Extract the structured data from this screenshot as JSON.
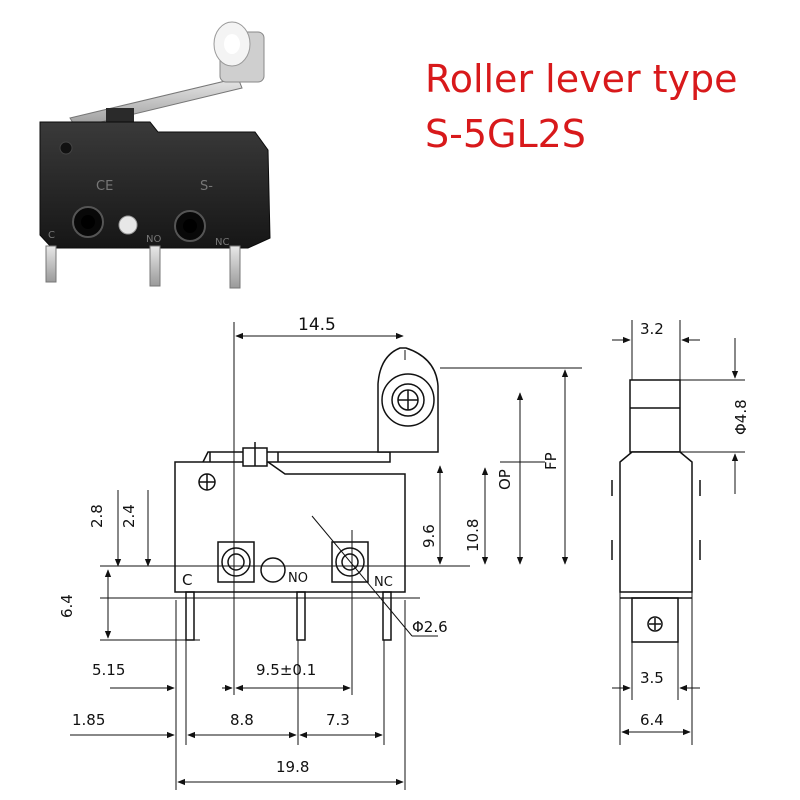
{
  "product": {
    "title": "Roller lever type",
    "model": "S-5GL2S",
    "accent_color": "#d8191b"
  },
  "photo": {
    "marks": {
      "ce": "CE",
      "series": "S-",
      "common": "C",
      "normally_open": "NO",
      "normally_closed": "NC"
    }
  },
  "drawing": {
    "terminal_labels": {
      "common": "C",
      "normally_open": "NO",
      "normally_closed": "NC"
    },
    "dimensions": {
      "lever_reach": "14.5",
      "roller_width": "3.2",
      "roller_diameter": "Φ4.8",
      "operating_position": "OP",
      "free_position": "FP",
      "hole_offset_a": "2.8",
      "hole_offset_b": "2.4",
      "height_to_hole": "9.6",
      "height_to_hole_b": "10.8",
      "terminal_length": "6.4",
      "hole_diameter": "Φ2.6",
      "pin_offset": "5.15",
      "hole_pitch": "9.5±0.1",
      "edge_to_pin": "1.85",
      "pin_spacing_a": "8.8",
      "pin_spacing_b": "7.3",
      "overall_length": "19.8",
      "side_terminal_width": "3.5",
      "side_body_width": "6.4"
    }
  }
}
